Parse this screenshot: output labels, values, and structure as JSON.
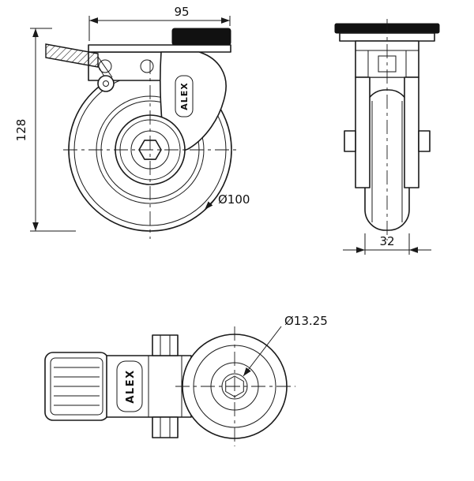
{
  "drawing": {
    "brand": "ALEX",
    "dimensions": {
      "plate_length": "95",
      "overall_height": "128",
      "wheel_diameter": "Ø100",
      "wheel_width": "32",
      "bolt_hole_diameter": "Ø13.25"
    },
    "colors": {
      "line": "#1a1a1a",
      "solid_fill": "#111111",
      "background": "#ffffff"
    }
  }
}
